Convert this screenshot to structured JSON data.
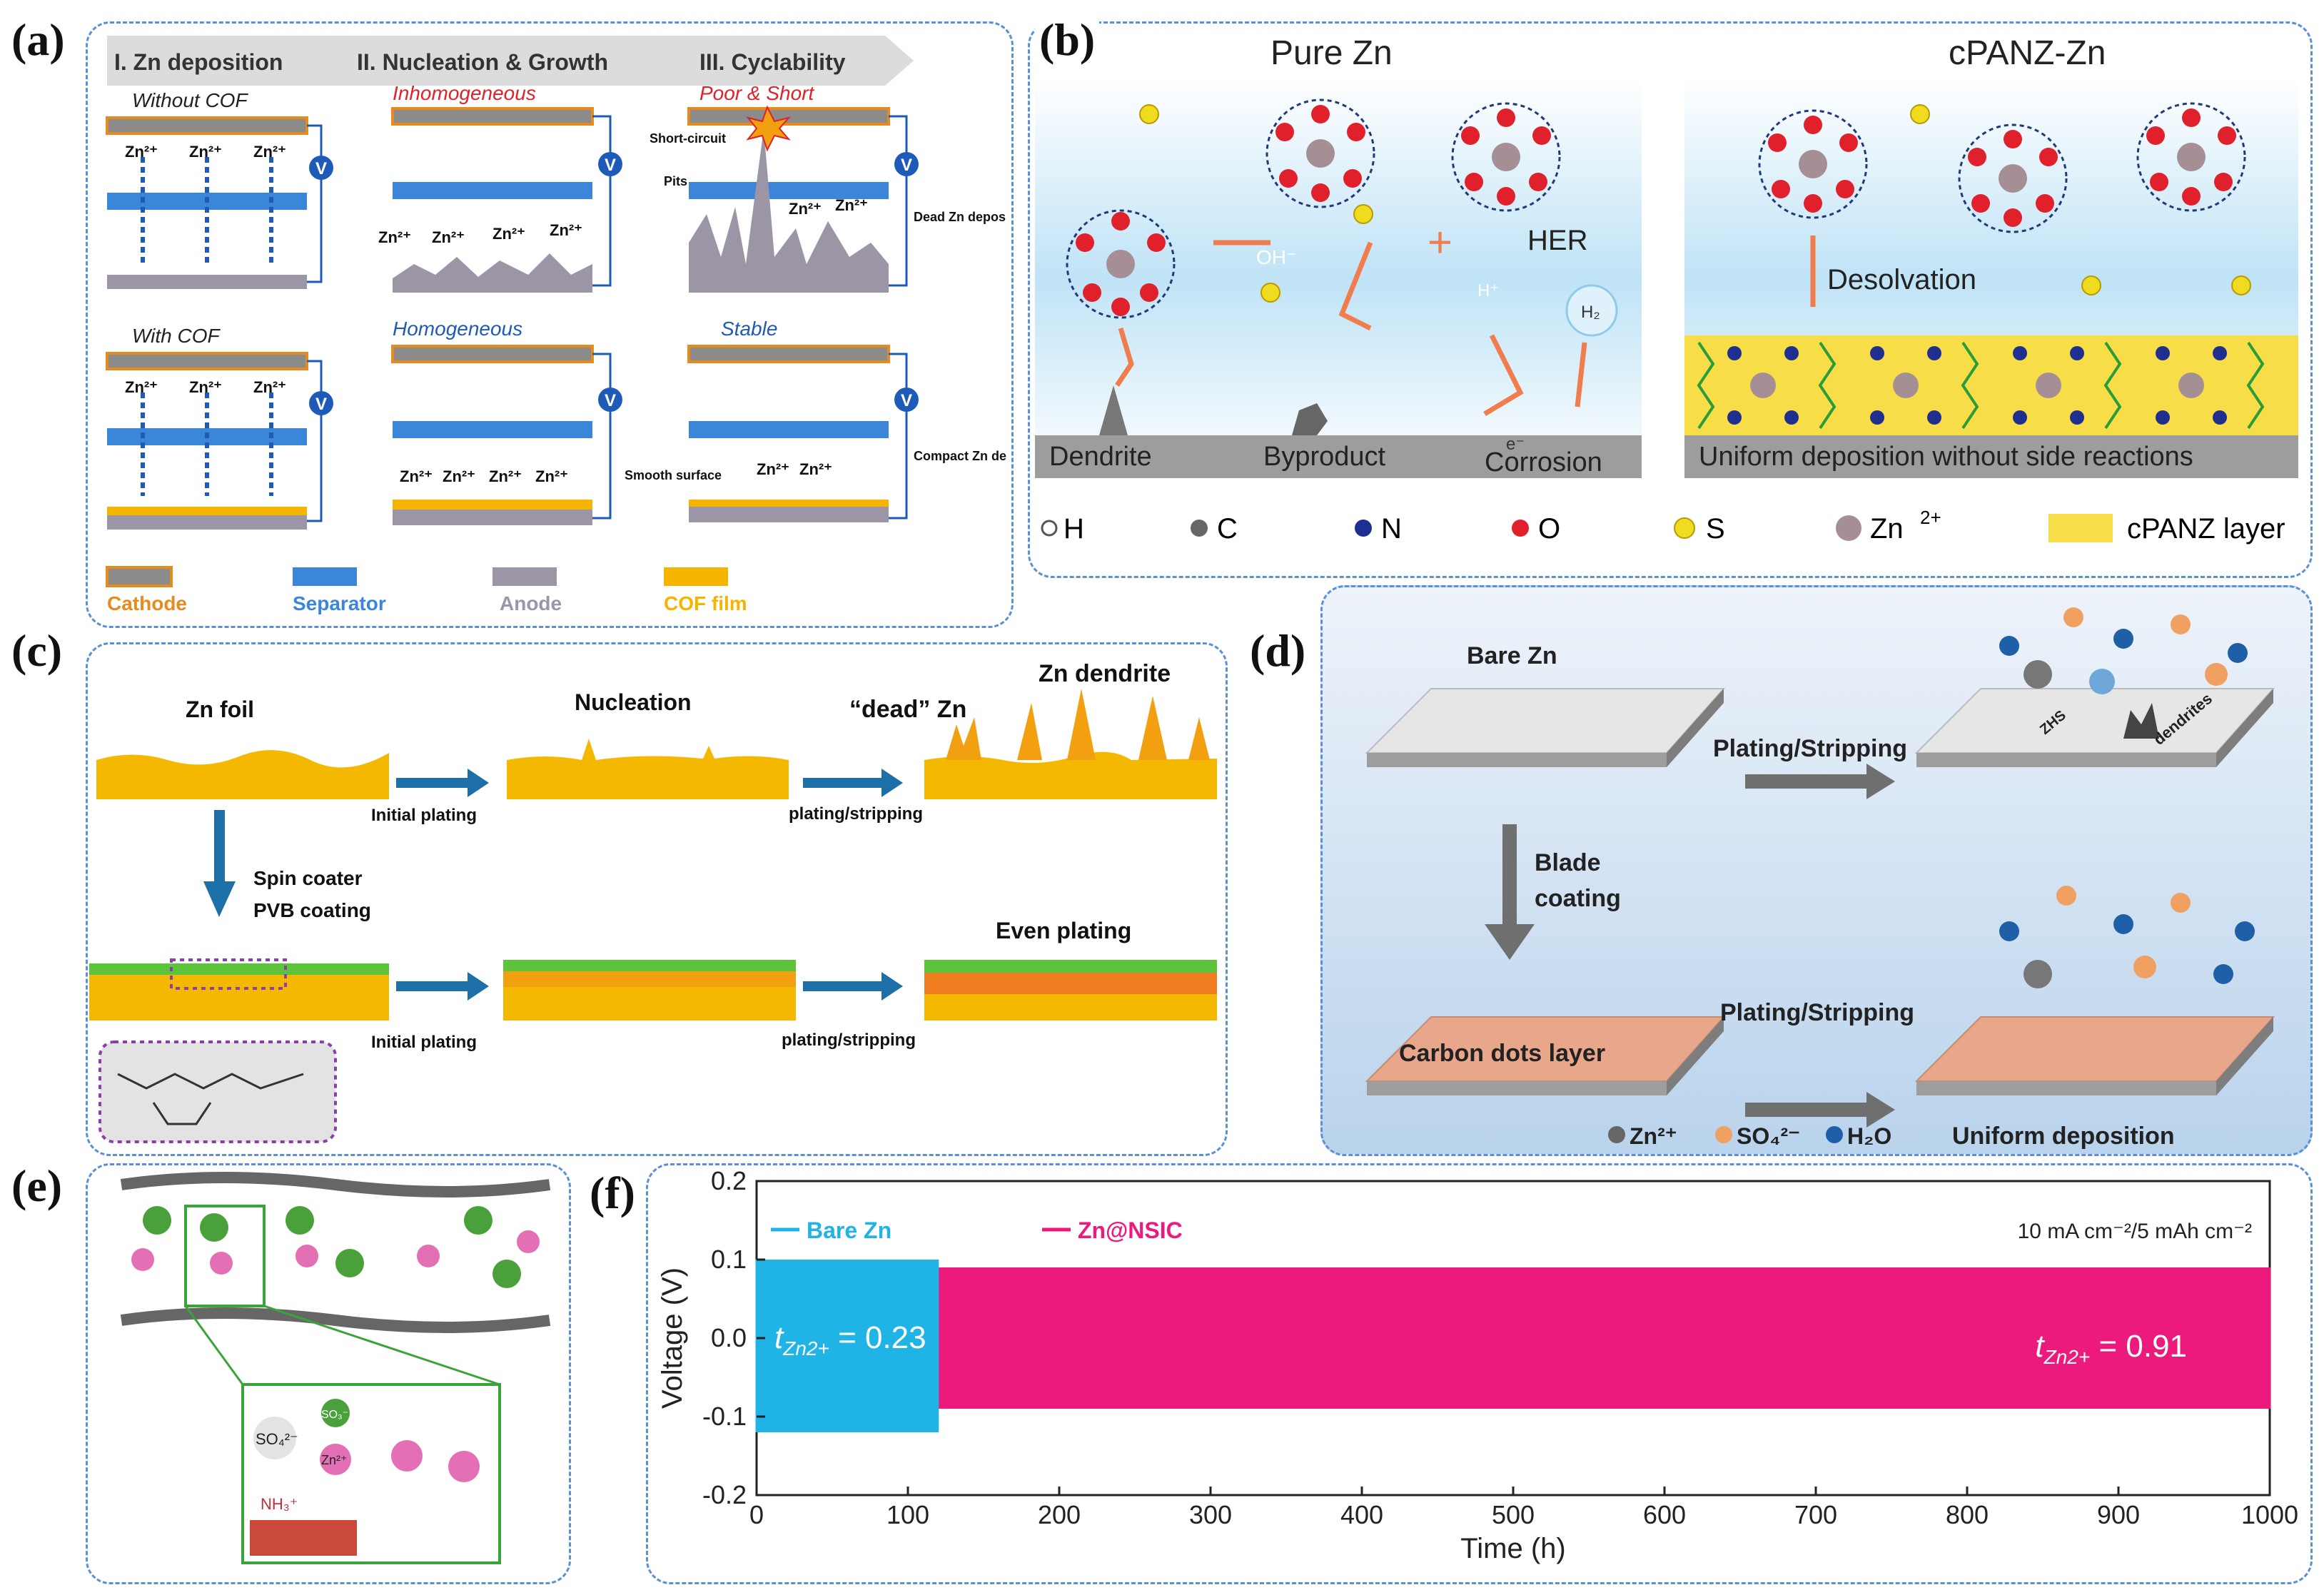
{
  "labels": {
    "a": "(a)",
    "b": "(b)",
    "c": "(c)",
    "d": "(d)",
    "e": "(e)",
    "f": "(f)"
  },
  "panel_a": {
    "steps": [
      "I. Zn deposition",
      "II. Nucleation & Growth",
      "III. Cyclability"
    ],
    "without_cof": "Without COF",
    "with_cof": "With COF",
    "inhomogeneous": "Inhomogeneous",
    "homogeneous": "Homogeneous",
    "poor_short": "Poor & Short",
    "stable": "Stable",
    "ion": "Zn",
    "ion_sup": "2+",
    "volt": "V",
    "short_circuit": "Short-circuit",
    "pits": "Pits",
    "dead_zn": "Dead Zn deposits",
    "smooth": "Smooth surface",
    "compact": "Compact Zn deposits",
    "legend": [
      "Cathode",
      "Separator",
      "Anode",
      "COF film"
    ],
    "legend_colors": [
      "#e58b1f",
      "#3b86d9",
      "#9b95a6",
      "#f5b400"
    ]
  },
  "panel_b": {
    "left_title": "Pure Zn",
    "right_title": "cPANZ-Zn",
    "oh": "OH",
    "oh_sup": "-",
    "her": "HER",
    "h_plus": "H",
    "h_sup": "+",
    "h2": "H",
    "h2_sub": "2",
    "e_minus": "e",
    "e_sup": "-",
    "plus": "+",
    "desolvation": "Desolvation",
    "dendrite": "Dendrite",
    "byproduct": "Byproduct",
    "corrosion": "Corrosion",
    "uniform": "Uniform deposition without side reactions",
    "legend": [
      "H",
      "C",
      "N",
      "O",
      "S",
      "Zn",
      "cPANZ layer"
    ],
    "zn_sup": "2+"
  },
  "panel_c": {
    "zn_foil": "Zn foil",
    "nucleation": "Nucleation",
    "dead_zn": "“dead” Zn",
    "zn_dendrite": "Zn dendrite",
    "initial_plating_1": "Initial plating",
    "plating_stripping_1": "plating/stripping",
    "spin_coater": "Spin coater",
    "pvb": "PVB coating",
    "initial_plating_2": "Initial plating",
    "plating_stripping_2": "plating/stripping",
    "even": "Even plating"
  },
  "panel_d": {
    "bare_zn": "Bare Zn",
    "plating1": "Plating/Stripping",
    "zhs": "ZHS",
    "dendrites": "dendrites",
    "blade": "Blade",
    "coating": "coating",
    "carbon_dots": "Carbon dots layer",
    "plating2": "Plating/Stripping",
    "legend_zn": "Zn",
    "legend_zn_sup": "2+",
    "legend_so4": "SO",
    "legend_so4_sub": "4",
    "legend_so4_sup": "2-",
    "legend_h2o": "H",
    "legend_h2o_sub": "2",
    "legend_h2o_tail": "O",
    "uniform": "Uniform deposition"
  },
  "panel_e": {
    "so3": "SO₃⁻",
    "zn": "Zn²⁺",
    "so4": "SO₄²⁻",
    "nh3": "NH₃⁺"
  },
  "chart_data": {
    "type": "line",
    "xlabel": "Time (h)",
    "ylabel": "Voltage (V)",
    "xlim": [
      0,
      1000
    ],
    "ylim": [
      -0.2,
      0.2
    ],
    "x_ticks": [
      0,
      100,
      200,
      300,
      400,
      500,
      600,
      700,
      800,
      900,
      1000
    ],
    "y_ticks": [
      -0.2,
      -0.1,
      0.0,
      0.1,
      0.2
    ],
    "x_tick_labels": [
      "0",
      "100",
      "200",
      "300",
      "400",
      "500",
      "600",
      "700",
      "800",
      "900",
      "1000"
    ],
    "y_tick_labels": [
      "-0.2",
      "-0.1",
      "0.0",
      "0.1",
      "0.2"
    ],
    "condition": "10 mA cm⁻²/5 mAh cm⁻²",
    "series": [
      {
        "name": "Bare Zn",
        "color": "#1fb3e6",
        "x_range": [
          0,
          120
        ],
        "upper": 0.1,
        "lower": -0.12,
        "annotation": "t",
        "annotation_sub": "Zn2+",
        "annotation_val": " = 0.23"
      },
      {
        "name": "Zn@NSIC",
        "color": "#ec1a7c",
        "x_range": [
          0,
          1000
        ],
        "upper": 0.09,
        "lower": -0.09,
        "annotation": "t",
        "annotation_sub": "Zn2+",
        "annotation_val": " = 0.91"
      }
    ],
    "legend_position": "top-left"
  }
}
